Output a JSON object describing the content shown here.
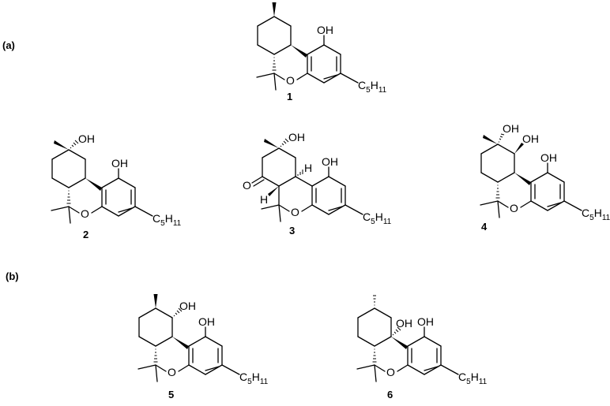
{
  "figure": {
    "panels": [
      {
        "label": "(a)",
        "compounds": [
          "1",
          "2",
          "3",
          "4"
        ]
      },
      {
        "label": "(b)",
        "compounds": [
          "5",
          "6"
        ]
      }
    ],
    "compounds": [
      {
        "id": "1",
        "label": "1",
        "substituents": [
          "OH",
          "C5H11"
        ]
      },
      {
        "id": "2",
        "label": "2",
        "substituents": [
          "OH",
          "OH",
          "C5H11"
        ]
      },
      {
        "id": "3",
        "label": "3",
        "substituents": [
          "OH",
          "OH",
          "O",
          "H",
          "H",
          "C5H11"
        ]
      },
      {
        "id": "4",
        "label": "4",
        "substituents": [
          "OH",
          "OH",
          "OH",
          "C5H11"
        ]
      },
      {
        "id": "5",
        "label": "5",
        "substituents": [
          "OH",
          "OH",
          "C5H11"
        ]
      },
      {
        "id": "6",
        "label": "6",
        "substituents": [
          "OH",
          "OH",
          "C5H11"
        ]
      }
    ],
    "atoms": {
      "oh": "OH",
      "o": "O",
      "h": "H",
      "c": "C",
      "five": "5",
      "h11": "H",
      "eleven": "11"
    }
  }
}
